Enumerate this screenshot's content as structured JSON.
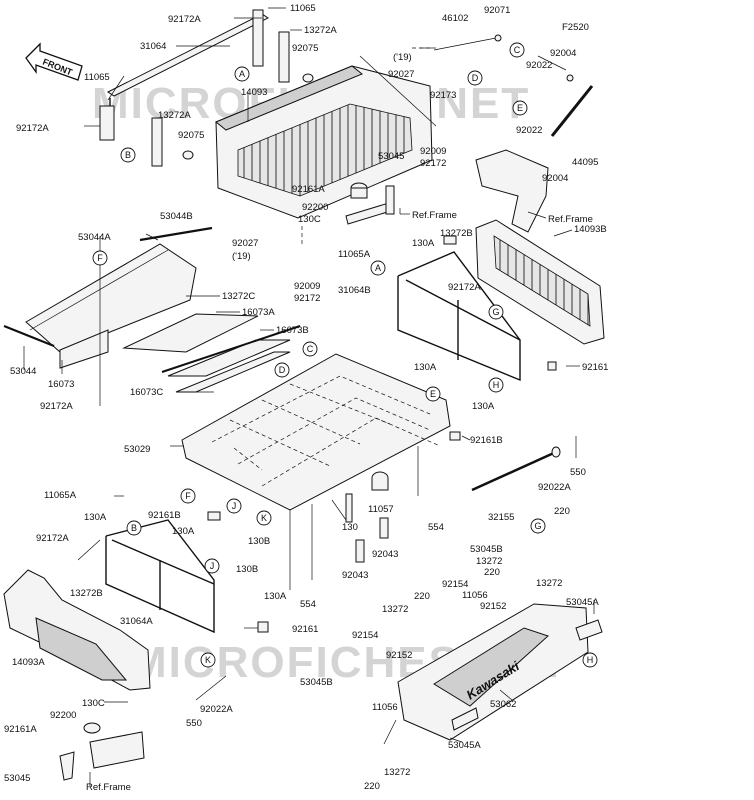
{
  "figure_code": "F2520",
  "front_arrow_label": "FRONT",
  "watermark": "MICROFICHES.NET",
  "brand_text": "Kawasaki",
  "ref_frame_label": "Ref.Frame",
  "year_note": "('19)",
  "callouts": [
    "A",
    "B",
    "C",
    "D",
    "E",
    "F",
    "G",
    "H",
    "J",
    "K"
  ],
  "part_labels": [
    "92172A",
    "11065",
    "13272A",
    "31064",
    "92075",
    "11065",
    "13272A",
    "92172A",
    "92075",
    "14093",
    "46102",
    "92071",
    "92173",
    "92022",
    "92004",
    "92027",
    "92009",
    "92172",
    "44095",
    "92022",
    "92004",
    "53045",
    "92161A",
    "92200",
    "130C",
    "53044B",
    "53044A",
    "92027",
    "92009",
    "92172",
    "13272C",
    "16073A",
    "16073B",
    "53044",
    "16073",
    "92172A",
    "16073C",
    "11065A",
    "130A",
    "13272B",
    "31064B",
    "14093B",
    "92172A",
    "130A",
    "130A",
    "92161",
    "53029",
    "92161B",
    "550",
    "92022A",
    "32155",
    "11065A",
    "130A",
    "92161B",
    "130",
    "11057",
    "554",
    "92172A",
    "130A",
    "130B",
    "130B",
    "92043",
    "92043",
    "13272B",
    "31064A",
    "130A",
    "554",
    "14093A",
    "92161",
    "550",
    "92022A",
    "220",
    "53045B",
    "13272",
    "220",
    "92154",
    "11056",
    "92152",
    "13272",
    "13272",
    "220",
    "92154",
    "53045A",
    "92152",
    "53045B",
    "11056",
    "53062",
    "53045A",
    "130C",
    "92200",
    "92161A",
    "53045",
    "220",
    "13272"
  ]
}
